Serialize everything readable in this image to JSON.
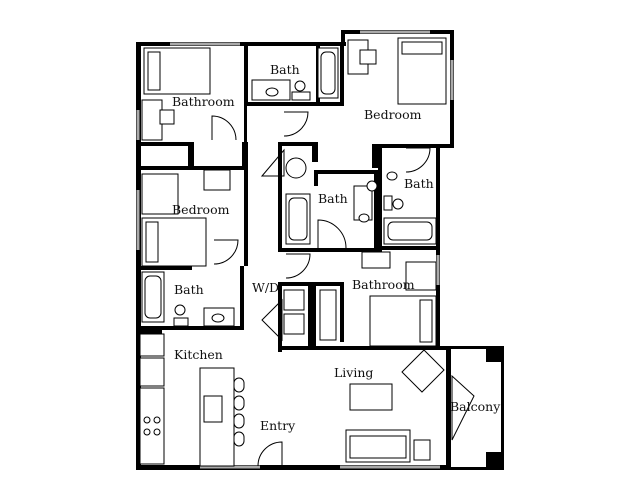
{
  "plan": {
    "rooms": {
      "bathroom_top_left": "Bathroom",
      "bath_top": "Bath",
      "bedroom_top_right": "Bedroom",
      "bedroom_left": "Bedroom",
      "bath_center": "Bath",
      "bath_right": "Bath",
      "bath_left": "Bath",
      "wd": "W/D",
      "bathroom_center": "Bathroom",
      "kitchen": "Kitchen",
      "living": "Living",
      "balcony": "Balcony",
      "entry": "Entry"
    }
  }
}
